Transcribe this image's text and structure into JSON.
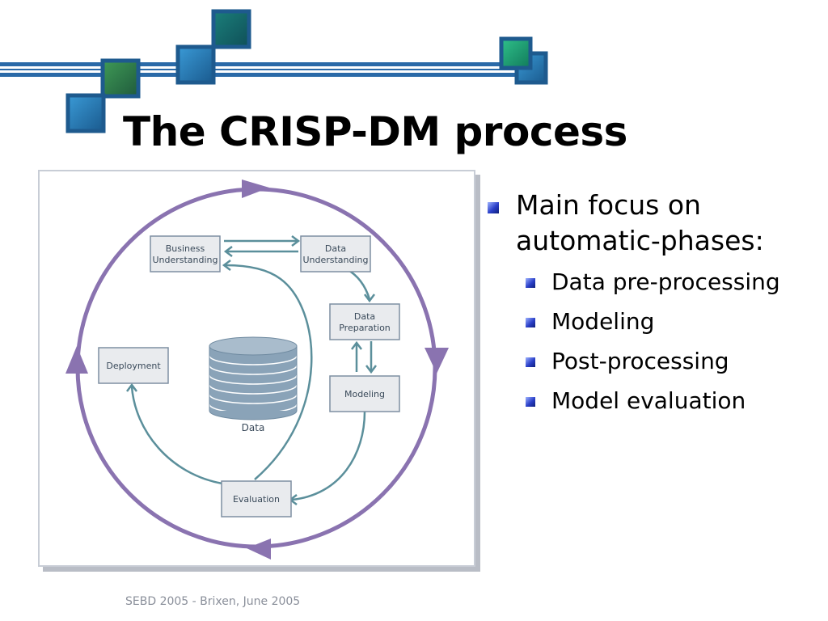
{
  "slide": {
    "title": "The CRISP-DM process",
    "footer": "SEBD 2005 - Brixen, June 2005"
  },
  "diagram": {
    "phases": {
      "business_understanding": [
        "Business",
        "Understanding"
      ],
      "data_understanding": [
        "Data",
        "Understanding"
      ],
      "data_preparation": [
        "Data",
        "Preparation"
      ],
      "modeling": "Modeling",
      "evaluation": "Evaluation",
      "deployment": "Deployment"
    },
    "data_store_label": "Data"
  },
  "bullets": {
    "main": "Main focus on automatic-phases:",
    "sub": [
      "Data pre-processing",
      "Modeling",
      "Post-processing",
      "Model evaluation"
    ]
  },
  "colors": {
    "outer_cycle": "#8a73b0",
    "inner_arrows": "#5b8f9b",
    "box_fill": "#e9ebee",
    "box_border": "#7e8fa2",
    "cylinder": "#8aa3b8",
    "header_line": "#2a6aa8",
    "square_teal": "#1a8a8a",
    "square_blue": "#2a78b8",
    "square_green": "#2f8f5a"
  }
}
